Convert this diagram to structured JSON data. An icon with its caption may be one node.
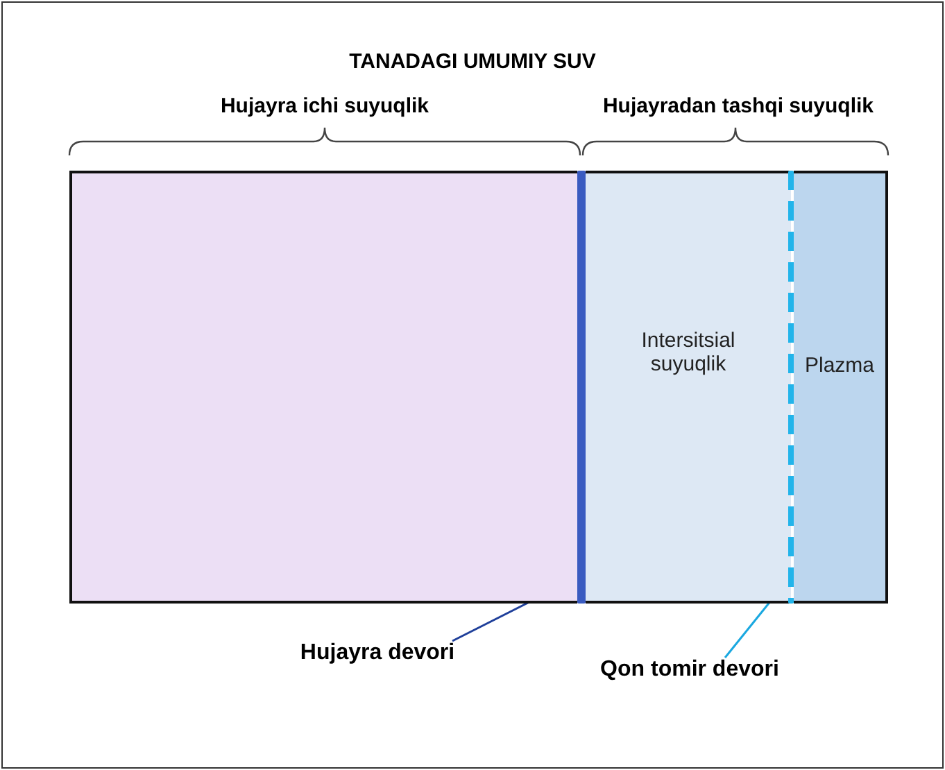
{
  "diagram": {
    "title": "TANADAGI UMUMIY SUV",
    "nodes": [
      {
        "text": [],
        "shape": "box"
      },
      {
        "text": [
          "Intersitsial suyuqlik"
        ]
      },
      {
        "text": [
          "Plazma"
        ]
      },
      {
        "text": [
          "Hujayra devori"
        ]
      },
      {
        "text": [],
        "shape": "bar"
      },
      {
        "text": [
          "Qon tomir devori"
        ]
      },
      {
        "text": [],
        "shape": "bar"
      }
    ],
    "edges": [
      {
        "from": 3,
        "to": 4,
        "arrow": "none",
        "color": "#1f3f9a"
      },
      {
        "from": 5,
        "to": 6,
        "arrow": "none",
        "color": "#1aa8e0"
      }
    ],
    "labels": [
      "Hujayra ichi suyuqlik",
      "Hujayradan tashqi suyuqlik"
    ]
  }
}
